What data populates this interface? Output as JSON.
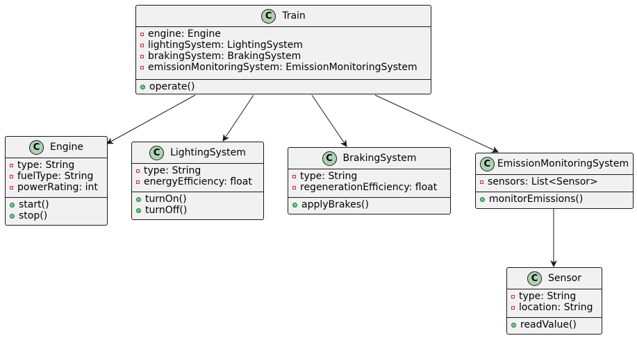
{
  "classes": {
    "train": {
      "name": "Train",
      "stereotype_icon": "C",
      "attributes": [
        "engine: Engine",
        "lightingSystem: LightingSystem",
        "brakingSystem: BrakingSystem",
        "emissionMonitoringSystem: EmissionMonitoringSystem"
      ],
      "methods": [
        "operate()"
      ]
    },
    "engine": {
      "name": "Engine",
      "stereotype_icon": "C",
      "attributes": [
        "type: String",
        "fuelType: String",
        "powerRating: int"
      ],
      "methods": [
        "start()",
        "stop()"
      ]
    },
    "lighting": {
      "name": "LightingSystem",
      "stereotype_icon": "C",
      "attributes": [
        "type: String",
        "energyEfficiency: float"
      ],
      "methods": [
        "turnOn()",
        "turnOff()"
      ]
    },
    "braking": {
      "name": "BrakingSystem",
      "stereotype_icon": "C",
      "attributes": [
        "type: String",
        "regenerationEfficiency: float"
      ],
      "methods": [
        "applyBrakes()"
      ]
    },
    "emission": {
      "name": "EmissionMonitoringSystem",
      "stereotype_icon": "C",
      "attributes": [
        "sensors: List<Sensor>"
      ],
      "methods": [
        "monitorEmissions()"
      ]
    },
    "sensor": {
      "name": "Sensor",
      "stereotype_icon": "C",
      "attributes": [
        "type: String",
        "location: String"
      ],
      "methods": [
        "readValue()"
      ]
    }
  },
  "relations": [
    {
      "from": "Train",
      "to": "Engine"
    },
    {
      "from": "Train",
      "to": "LightingSystem"
    },
    {
      "from": "Train",
      "to": "BrakingSystem"
    },
    {
      "from": "Train",
      "to": "EmissionMonitoringSystem"
    },
    {
      "from": "EmissionMonitoringSystem",
      "to": "Sensor"
    }
  ],
  "colors": {
    "class_fill": "#f1f1f1",
    "border": "#181818",
    "class_badge": "#add1b2",
    "private_marker": "#c82930",
    "public_marker": "#84be84"
  }
}
